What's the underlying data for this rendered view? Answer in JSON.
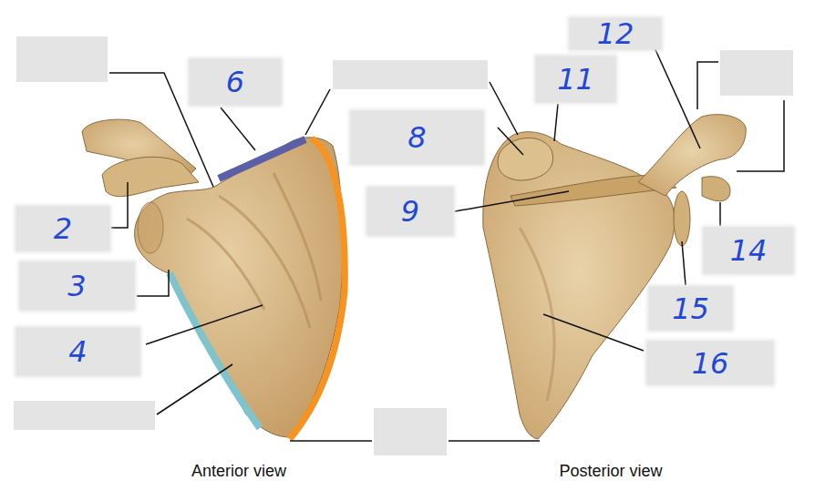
{
  "diagram": {
    "nodes": [
      {
        "text": [
          "12"
        ]
      },
      {
        "text": [
          "6"
        ]
      },
      {
        "text": [
          "11"
        ]
      },
      {
        "text": [
          "8"
        ]
      },
      {
        "text": [
          "9"
        ]
      },
      {
        "text": [
          "2"
        ]
      },
      {
        "text": [
          "14"
        ]
      },
      {
        "text": [
          "3"
        ]
      },
      {
        "text": [
          "15"
        ]
      },
      {
        "text": [
          "4"
        ]
      },
      {
        "text": [
          "16"
        ]
      }
    ],
    "labels": [
      "Anterior view",
      "Posterior view"
    ]
  }
}
